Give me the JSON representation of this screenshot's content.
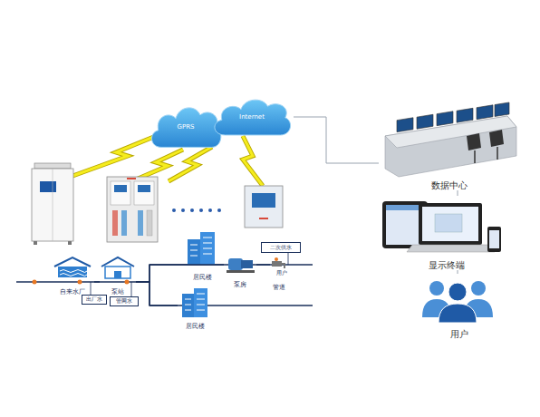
{
  "diagram": {
    "nodes": [
      {
        "text": [
          "GPRS"
        ]
      },
      {
        "text": [
          "Internet"
        ]
      },
      {
        "text": [
          "数据中心"
        ]
      },
      {
        "text": [
          "显示终端"
        ]
      },
      {
        "text": [
          "用户"
        ]
      },
      {
        "text": [
          "自来水厂"
        ]
      },
      {
        "text": [
          "出厂水"
        ]
      },
      {
        "text": [
          "泵站"
        ]
      },
      {
        "text": [
          "管网水"
        ]
      },
      {
        "text": [
          "居民楼"
        ]
      },
      {
        "text": [
          "居民楼"
        ]
      },
      {
        "text": [
          "泵房"
        ]
      },
      {
        "text": [
          "二次供水"
        ]
      },
      {
        "text": [
          "用户"
        ]
      }
    ],
    "edges": [
      {
        "from": 1,
        "to": 2,
        "arrow": "none"
      },
      {
        "from": 2,
        "to": 3,
        "arrow": "none"
      },
      {
        "from": 3,
        "to": 4,
        "arrow": "none"
      },
      {
        "from": 5,
        "to": 7,
        "arrow": "none"
      },
      {
        "from": 7,
        "to": 11,
        "arrow": "none"
      },
      {
        "from": 7,
        "to": 10,
        "arrow": "none"
      },
      {
        "from": 11,
        "to": 13,
        "arrow": "none"
      }
    ],
    "labels": [
      "管道"
    ]
  }
}
